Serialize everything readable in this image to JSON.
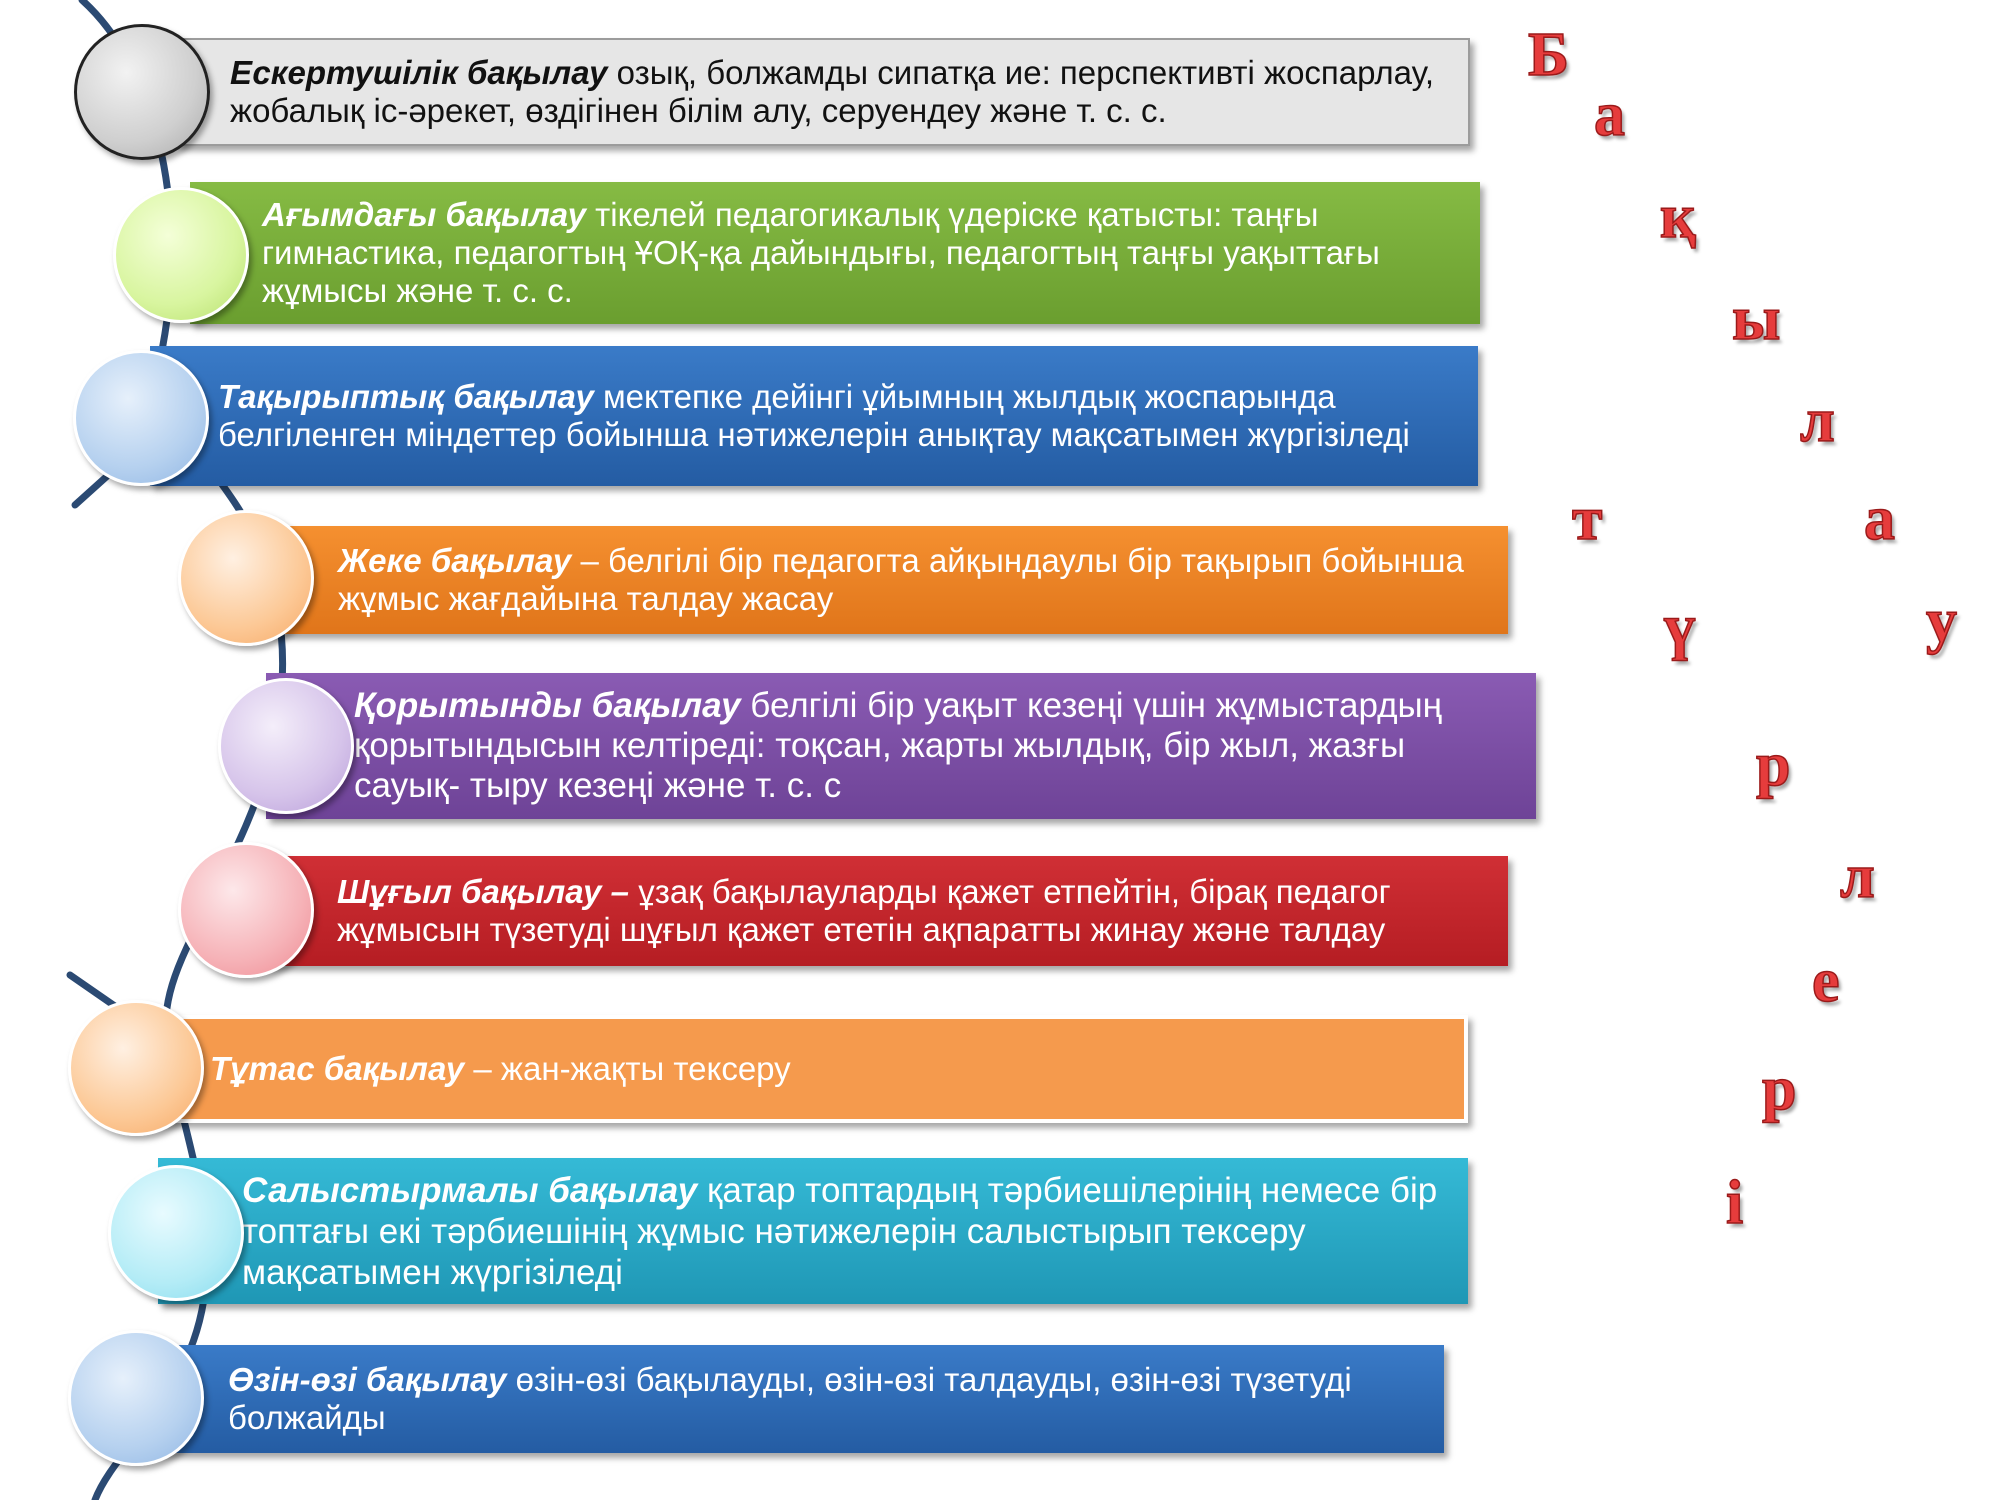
{
  "items": [
    {
      "term": "Ескертушілік бақылау",
      "desc": " озық, болжамды сипатқа ие: перспективті жоспарлау, жобалық іс-әрекет, өздігінен білім алу, серуендеу және т. с. с.",
      "color": "#e6e6e6"
    },
    {
      "term": "Ағымдағы бақылау",
      "desc": " тікелей педагогикалық үдеріске қатысты: таңғы гимнастика, педагогтың ҰОҚ-қа дайындығы, педагогтың таңғы уақыттағы жұмысы және т. с. с.",
      "color": "#7aae3e"
    },
    {
      "term": "Тақырыптық бақылау",
      "desc": " мектепке дейінгі ұйымның жылдық жоспарында белгіленген міндеттер бойынша нәтижелерін анықтау мақсатымен жүргізіледі",
      "color": "#2f6db9"
    },
    {
      "term": "Жеке бақылау ",
      "desc": " – белгілі бір педагогта айқындаулы бір тақырып бойынша жұмыс жағдайына талдау жасау",
      "color": "#ee8424"
    },
    {
      "term": "Қорытынды бақылау",
      "desc": " белгілі бір уақыт кезеңі үшін жұмыстардың қорытындысын келтіреді: тоқсан, жарты жылдық, бір жыл, жазғы сауық- тыру кезеңі және т. с. с",
      "color": "#7d4fa6"
    },
    {
      "term": "Шұғыл бақылау –",
      "desc": " ұзақ бақылауларды қажет етпейтін, бірақ педагог жұмысын түзетуді шұғыл қажет ететін ақпаратты жинау және талдау",
      "color": "#c6252b"
    },
    {
      "term": "Тұтас бақылау ",
      "desc": " – жан-жақты тексеру",
      "color": "#f59a4d"
    },
    {
      "term": "Салыстырмалы бақылау",
      "desc": " қатар топтардың тәрбиешілерінің немесе бір топтағы екі тәрбиешінің жұмыс нәтижелерін салыстырып тексеру мақсатымен жүргізіледі",
      "color": "#27aac8"
    },
    {
      "term": "Өзін-өзі бақылау",
      "desc": " өзін-өзі бақылауды, өзін-өзі талдауды, өзін-өзі түзетуді болжайды",
      "color": "#2f6db9"
    }
  ],
  "title_letters": [
    "Б",
    "а",
    "қ",
    "ы",
    "л",
    "а",
    "у",
    "р",
    "л",
    "е",
    "р",
    "і",
    "т",
    "ү"
  ],
  "title_color": "#e63c3c"
}
